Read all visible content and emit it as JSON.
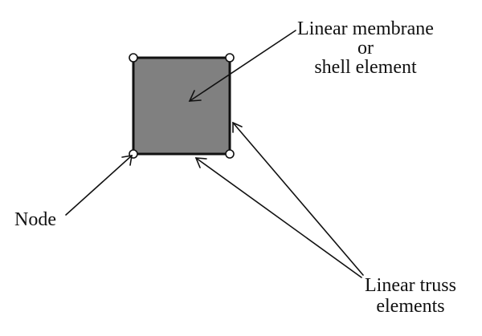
{
  "labels": {
    "membrane_line1": "Linear membrane",
    "membrane_line2": "or",
    "membrane_line3": "shell element",
    "node": "Node",
    "truss_line1": "Linear truss",
    "truss_line2": "elements"
  },
  "colors": {
    "element_fill": "#808080",
    "stroke": "#111111",
    "node_fill": "#ffffff"
  }
}
